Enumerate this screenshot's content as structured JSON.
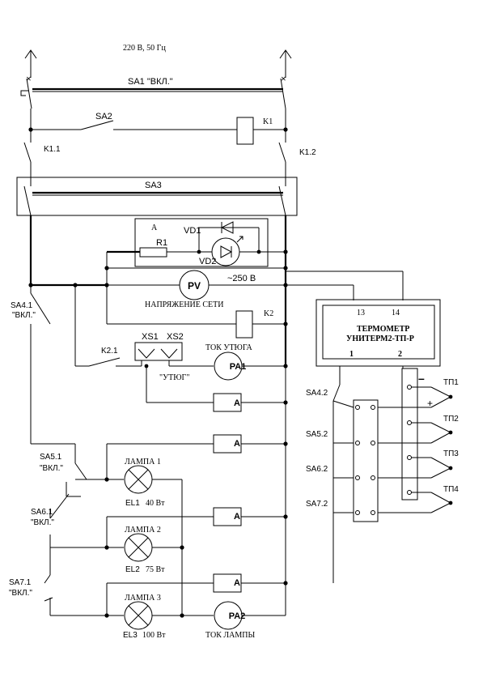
{
  "supply": "220 В, 50 Гц",
  "switches": {
    "SA1": "SA1 \"ВКЛ.\"",
    "SA2": "SA2",
    "SA3": "SA3",
    "K1_1": "K1.1",
    "K1_2": "K1.2",
    "K2_1": "K2.1",
    "SA4_1": "SA4.1",
    "SA5_1": "SA5.1",
    "SA6_1": "SA6.1",
    "SA7_1": "SA7.1",
    "on": "\"ВКЛ.\"",
    "SA4_2": "SA4.2",
    "SA5_2": "SA5.2",
    "SA6_2": "SA6.2",
    "SA7_2": "SA7.2"
  },
  "relays": {
    "K1": "K1",
    "K2": "K2"
  },
  "block_a": {
    "label": "A",
    "R1": "R1",
    "VD1": "VD1",
    "VD2": "VD2"
  },
  "voltmeter": {
    "symbol": "PV",
    "value": "~250 В",
    "caption": "НАПРЯЖЕНИЕ СЕТИ"
  },
  "socket": {
    "XS1": "XS1",
    "XS2": "XS2",
    "name": "\"УТЮГ\""
  },
  "iron_meter": {
    "symbol": "PA1",
    "caption": "ТОК УТЮГА"
  },
  "lamp_meter": {
    "symbol": "PA2",
    "caption": "ТОК ЛАМПЫ"
  },
  "ammeter_symbol": "A",
  "lamps": [
    {
      "title": "ЛАМПА 1",
      "name": "EL1",
      "power": "40 Вт"
    },
    {
      "title": "ЛАМПА 2",
      "name": "EL2",
      "power": "75 Вт"
    },
    {
      "title": "ЛАМПА 3",
      "name": "EL3",
      "power": "100 Вт"
    }
  ],
  "thermometer": {
    "title_1": "ТЕРМОМЕТР",
    "title_2": "УНИТЕРМ2-ТП-Р",
    "pin_13": "13",
    "pin_14": "14",
    "pin_1": "1",
    "pin_2": "2",
    "minus": "–",
    "plus": "+"
  },
  "thermocouples": [
    "ТП1",
    "ТП2",
    "ТП3",
    "ТП4"
  ]
}
